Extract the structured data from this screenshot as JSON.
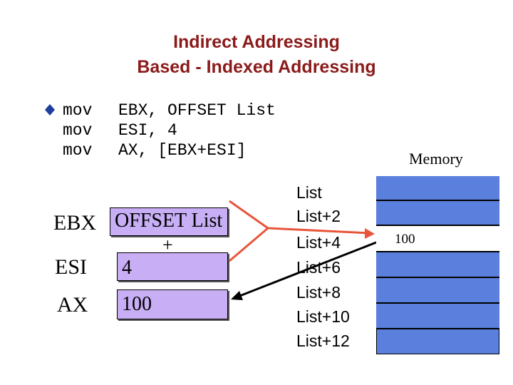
{
  "title": {
    "line1": "Indirect Addressing",
    "line2": "Based - Indexed Addressing"
  },
  "code": {
    "bullet_icon": "diamond-bullet-icon",
    "lines": [
      {
        "op": "mov",
        "args": "EBX, OFFSET List"
      },
      {
        "op": "mov",
        "args": "ESI, 4"
      },
      {
        "op": "mov",
        "args": "AX, [EBX+ESI]"
      }
    ]
  },
  "registers": {
    "ebx": {
      "label": "EBX",
      "value": "OFFSET List"
    },
    "plus": "+",
    "esi": {
      "label": "ESI",
      "value": "4"
    },
    "ax": {
      "label": "AX",
      "value": "100"
    }
  },
  "memory": {
    "title": "Memory",
    "labels": [
      "List",
      "List+2",
      "List+4",
      "List+6",
      "List+8",
      "List+10",
      "List+12"
    ],
    "highlight_value": "100",
    "cell_color": "#5a7fdc",
    "highlight_color": "#ffffff"
  },
  "colors": {
    "title": "#8b1a1a",
    "register_fill": "#c8aef5",
    "arrow_orange": "#e8553a",
    "arrow_black": "#000000"
  }
}
